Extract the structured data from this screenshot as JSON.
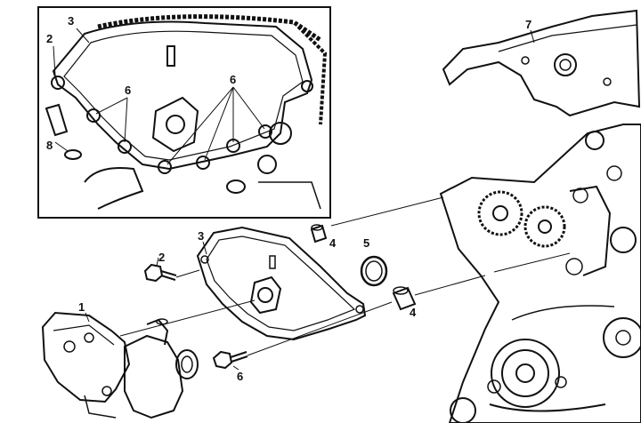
{
  "diagram": {
    "ink_color": "#111111",
    "background_color": "#ffffff",
    "inset": {
      "callouts": [
        "2",
        "3",
        "6",
        "6",
        "8"
      ]
    },
    "main": {
      "callouts": [
        "7",
        "3",
        "2",
        "4",
        "5",
        "4",
        "1",
        "6"
      ]
    }
  }
}
